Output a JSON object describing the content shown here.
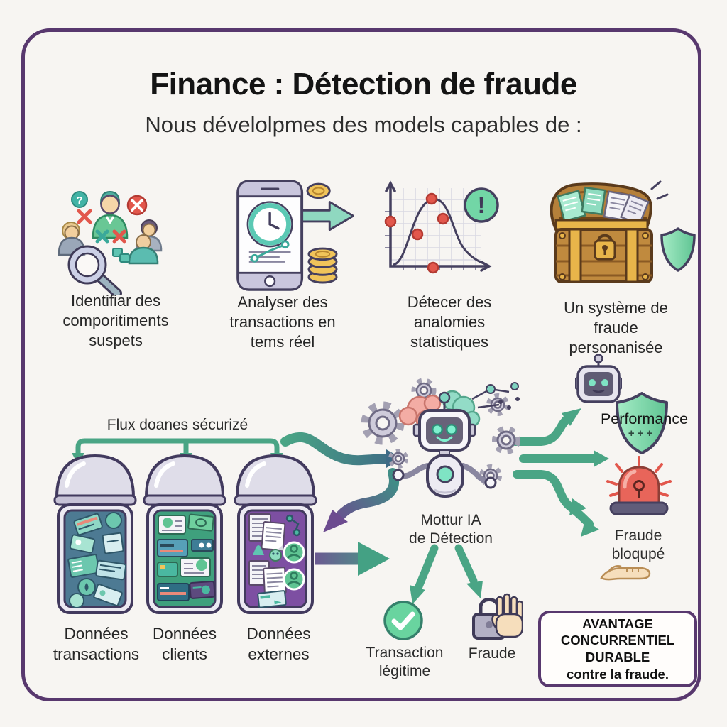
{
  "canvas": {
    "background": "#f7f5f2",
    "frame_color": "#58386e"
  },
  "header": {
    "title": "Finance : Détection de fraude",
    "subtitle": "Nous dévelolpmes des models capables de :"
  },
  "features": [
    {
      "icon": "suspicious-people-icon",
      "label": "Identifiar des comporitiments suspets"
    },
    {
      "icon": "realtime-phone-icon",
      "label": "Analyser des transactions en tems réel"
    },
    {
      "icon": "stats-anomaly-chart-icon",
      "label": "Détecer des analomies statistiques"
    },
    {
      "icon": "treasure-shield-icon",
      "label": "Un système de fraude personanisée"
    }
  ],
  "glyphs": {
    "question_mark": "?",
    "exclamation_mark": "!"
  },
  "pipeline": {
    "flux_label": "Flux doanes sécurizé",
    "databases": [
      {
        "label": "Données transactions",
        "fill": "#4d7a93"
      },
      {
        "label": "Données clients",
        "fill": "#3fa07d"
      },
      {
        "label": "Données externes",
        "fill": "#7d4fa2"
      }
    ],
    "engine_label_line1": "Mottur IA",
    "engine_label_line2": "de Détection"
  },
  "outputs": {
    "performance_label": "Performance",
    "performance_plus": "+++",
    "fraud_blocked_label": "Fraude bloqupé"
  },
  "results": {
    "legit_label": "Transaction légitime",
    "fraud_label": "Fraude"
  },
  "advantage": {
    "heading": "AVANTAGE CONCURRENTIEL DURABLE",
    "tail": "contre la fraude."
  },
  "colors": {
    "arrow_green": "#4aa585",
    "alert_red": "#e2574c",
    "shield_green": "#7fd8ac",
    "frame_purple": "#58386e",
    "outline_purple": "#45405f"
  }
}
